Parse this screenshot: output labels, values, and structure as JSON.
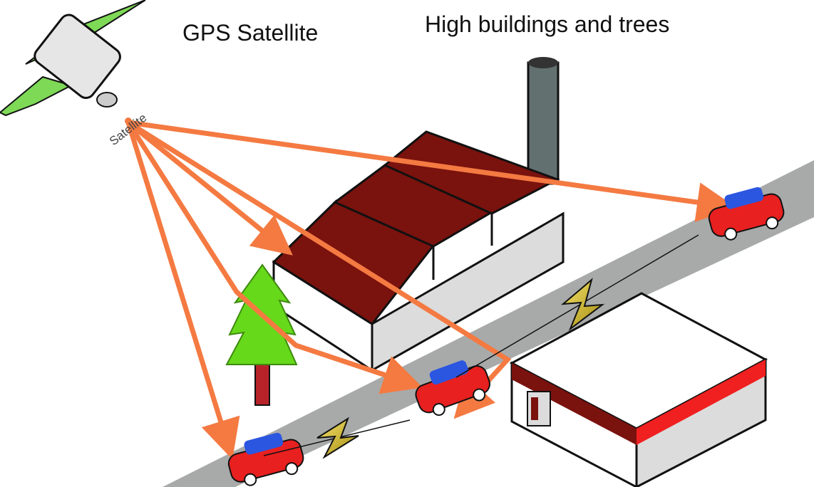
{
  "labels": {
    "gps_satellite": "GPS Satellite",
    "obstacles": "High buildings and trees",
    "satellite_small": "Satellite"
  },
  "colors": {
    "signal": "#f47a42",
    "road": "#a8aaaa",
    "roof": "#7a120e",
    "wall_front": "#ffffff",
    "wall_side": "#dcdcdc",
    "tree": "#66d91a",
    "trunk": "#b8232a",
    "car_body": "#e82020",
    "car_window": "#2b56e0",
    "chimney": "#627070",
    "shop_stripe": "#f02020",
    "panel": "#7ed957",
    "lightning": "#e3cc22"
  },
  "icons": [
    "satellite-icon",
    "factory-icon",
    "tree-icon",
    "car-icon",
    "shop-icon",
    "lightning-icon"
  ]
}
